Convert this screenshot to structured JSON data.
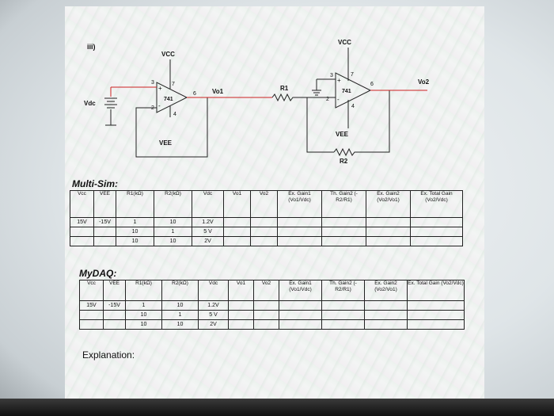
{
  "part_label": "iii)",
  "circuit": {
    "opamp1": {
      "model": "741",
      "supply_pos": "VCC",
      "supply_neg": "VEE",
      "pin3": "3",
      "pin2": "2",
      "pin7": "7",
      "pin4": "4",
      "pin6": "6"
    },
    "opamp2": {
      "model": "741",
      "supply_pos": "VCC",
      "supply_neg": "VEE",
      "pin3": "3",
      "pin2": "2",
      "pin7": "7",
      "pin4": "4",
      "pin6": "6"
    },
    "source": "Vdc",
    "out1": "Vo1",
    "out2": "Vo2",
    "r1": "R1",
    "r2": "R2",
    "plus": "+",
    "minus": "-"
  },
  "multisim": {
    "title": "Multi-Sim:",
    "headers": [
      "Vcc",
      "VEE",
      "R1(kΩ)",
      "R2(kΩ)",
      "Vdc",
      "Vo1",
      "Vo2",
      "Ex. Gain1 (Vo1/Vdc)",
      "Th. Gain2 (-R2/R1)",
      "Ex. Gain2 (Vo2/Vo1)",
      "Ex. Total Gain (Vo2/Vdc)"
    ],
    "rows": [
      [
        "15V",
        "-15V",
        "1",
        "10",
        "1.2V",
        "",
        "",
        "",
        "",
        "",
        ""
      ],
      [
        "",
        "",
        "10",
        "1",
        "5 V",
        "",
        "",
        "",
        "",
        "",
        ""
      ],
      [
        "",
        "",
        "10",
        "10",
        "2V",
        "",
        "",
        "",
        "",
        "",
        ""
      ]
    ]
  },
  "mydaq": {
    "title": "MyDAQ:",
    "headers": [
      "Vcc",
      "VEE",
      "R1(kΩ)",
      "R2(kΩ)",
      "Vdc",
      "Vo1",
      "Vo2",
      "Ex. Gain1 (Vo1/Vdc)",
      "Th. Gain2 (-R2/R1)",
      "Ex. Gain2 (Vo2/Vo1)",
      "Ex. Total Gain (Vo2/Vdc)"
    ],
    "rows": [
      [
        "15V",
        "-15V",
        "1",
        "10",
        "1.2V",
        "",
        "",
        "",
        "",
        "",
        ""
      ],
      [
        "",
        "",
        "10",
        "1",
        "5 V",
        "",
        "",
        "",
        "",
        "",
        ""
      ],
      [
        "",
        "",
        "10",
        "10",
        "2V",
        "",
        "",
        "",
        "",
        "",
        ""
      ]
    ]
  },
  "explanation_label": "Explanation:"
}
